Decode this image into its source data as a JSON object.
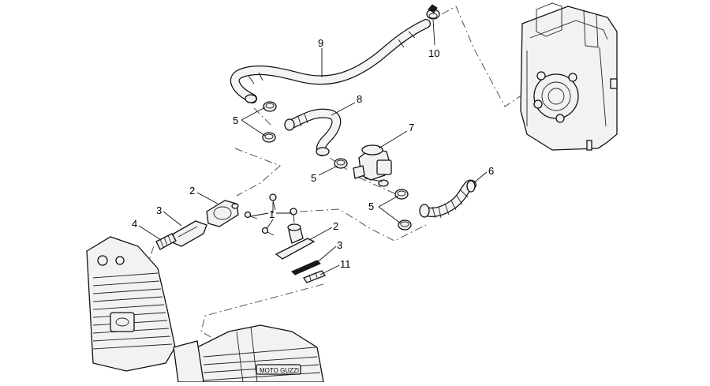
{
  "callouts": {
    "c1": "1",
    "c2a": "2",
    "c2b": "2",
    "c3a": "3",
    "c3b": "3",
    "c4": "4",
    "c5a": "5",
    "c5b": "5",
    "c5c": "5",
    "c6": "6",
    "c7": "7",
    "c8": "8",
    "c9": "9",
    "c10": "10",
    "c11": "11"
  },
  "engine_label": "MOTO GUZZI"
}
